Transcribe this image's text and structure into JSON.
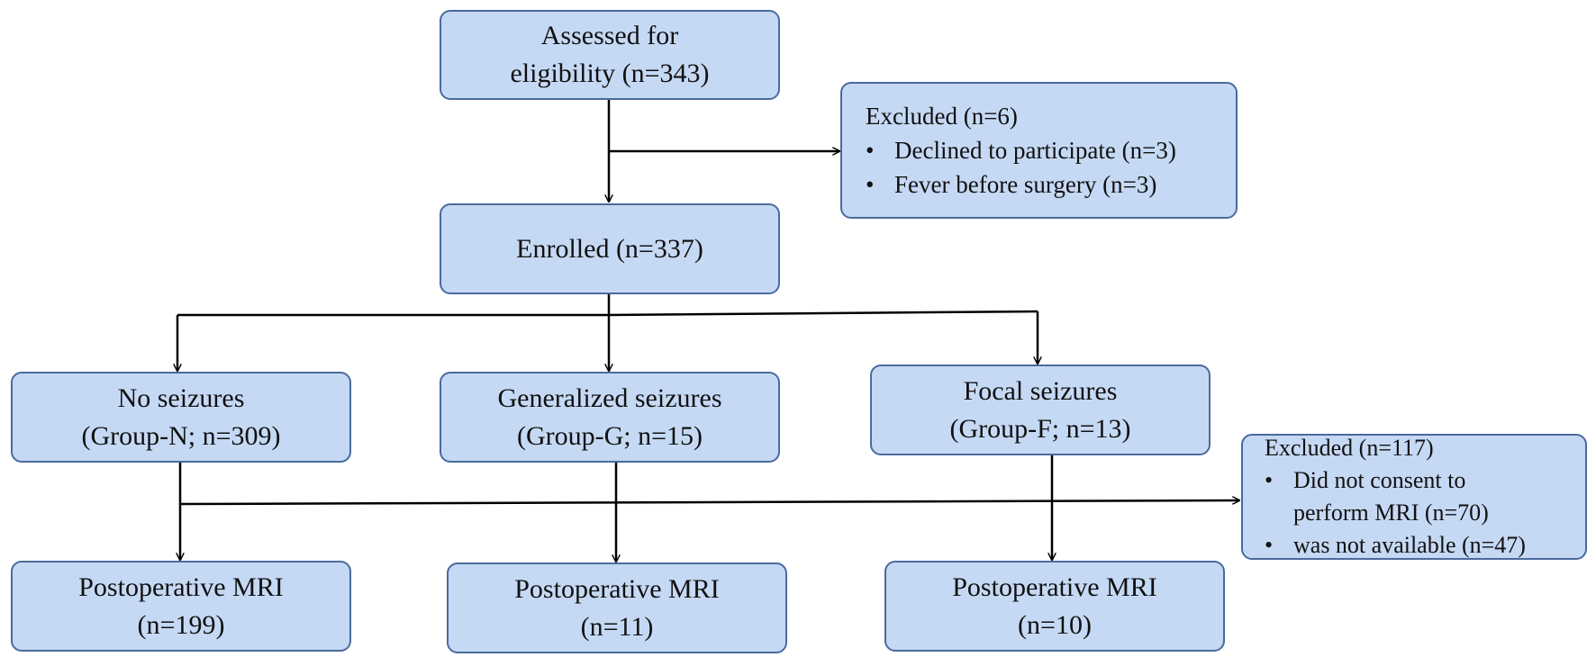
{
  "assessed": {
    "line1": "Assessed for",
    "line2": "eligibility (n=343)"
  },
  "excluded_1": {
    "title": "Excluded (n=6)",
    "items": [
      "Declined to participate (n=3)",
      "Fever before surgery (n=3)"
    ]
  },
  "enrolled": {
    "label": "Enrolled (n=337)"
  },
  "groups": [
    {
      "line1": "No seizures",
      "line2": "(Group-N; n=309)"
    },
    {
      "line1": "Generalized seizures",
      "line2": "(Group-G; n=15)"
    },
    {
      "line1": "Focal seizures",
      "line2": "(Group-F; n=13)"
    }
  ],
  "excluded_2": {
    "title": "Excluded (n=117)",
    "item1_line1": "Did not consent to",
    "item1_line2": "perform MRI (n=70)",
    "item2": "was not available (n=47)"
  },
  "mri": [
    {
      "line1": "Postoperative MRI",
      "line2": "(n=199)"
    },
    {
      "line1": "Postoperative MRI",
      "line2": "(n=11)"
    },
    {
      "line1": "Postoperative MRI",
      "line2": "(n=10)"
    }
  ],
  "colors": {
    "box_fill": "#c5d9f4",
    "box_border": "#4a6a9c",
    "arrow": "#000000"
  },
  "bullet_glyph": "•"
}
